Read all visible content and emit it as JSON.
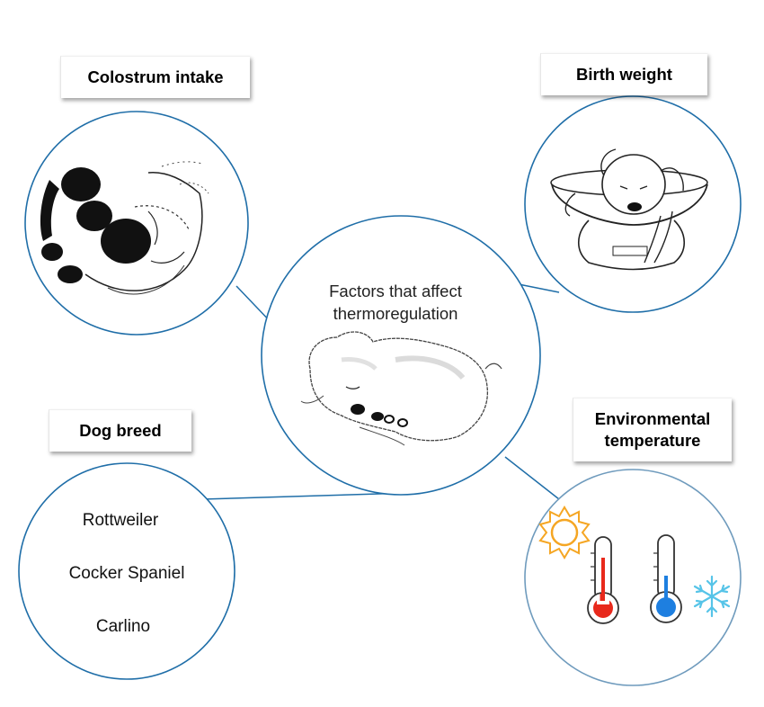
{
  "center": {
    "title": "Factors that affect thermoregulation"
  },
  "labels": {
    "colostrum": "Colostrum intake",
    "birth_weight": "Birth weight",
    "dog_breed": "Dog breed",
    "environment": "Environmental temperature"
  },
  "breeds": [
    "Rottweiler",
    "Cocker Spaniel",
    "Carlino"
  ],
  "colors": {
    "circle_stroke": "#1f6ea8",
    "connector": "#1f6ea8",
    "hot": "#e8291c",
    "cold": "#1e7fe0",
    "sun": "#f5a623",
    "snow": "#56c4e8"
  },
  "icons": [
    "puppies-nursing-drawing",
    "puppy-on-scale-drawing",
    "sleeping-puppy-drawing",
    "sun-icon",
    "thermometer-hot-icon",
    "thermometer-cold-icon",
    "snowflake-icon"
  ]
}
